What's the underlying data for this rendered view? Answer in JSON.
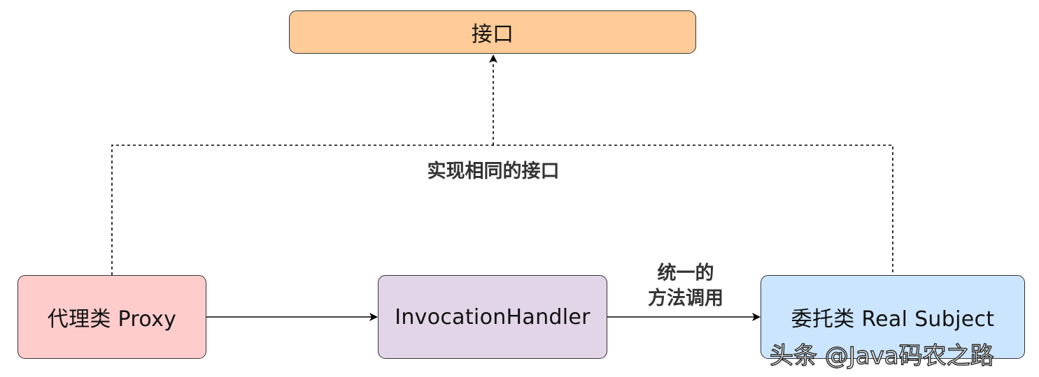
{
  "nodes": {
    "interface": {
      "label": "接口",
      "fill": "#ffcc99"
    },
    "proxy": {
      "label": "代理类 Proxy",
      "fill": "#ffcccc"
    },
    "handler": {
      "label": "InvocationHandler",
      "fill": "#e1d5e7"
    },
    "real_subject": {
      "label": "委托类 Real Subject",
      "fill": "#cce5ff"
    }
  },
  "edge_labels": {
    "same_interface": "实现相同的接口",
    "unified_call_line1": "统一的",
    "unified_call_line2": "方法调用"
  },
  "watermark": "头条 @Java码农之路",
  "colors": {
    "stroke": "#000000",
    "label_text": "#333333"
  }
}
